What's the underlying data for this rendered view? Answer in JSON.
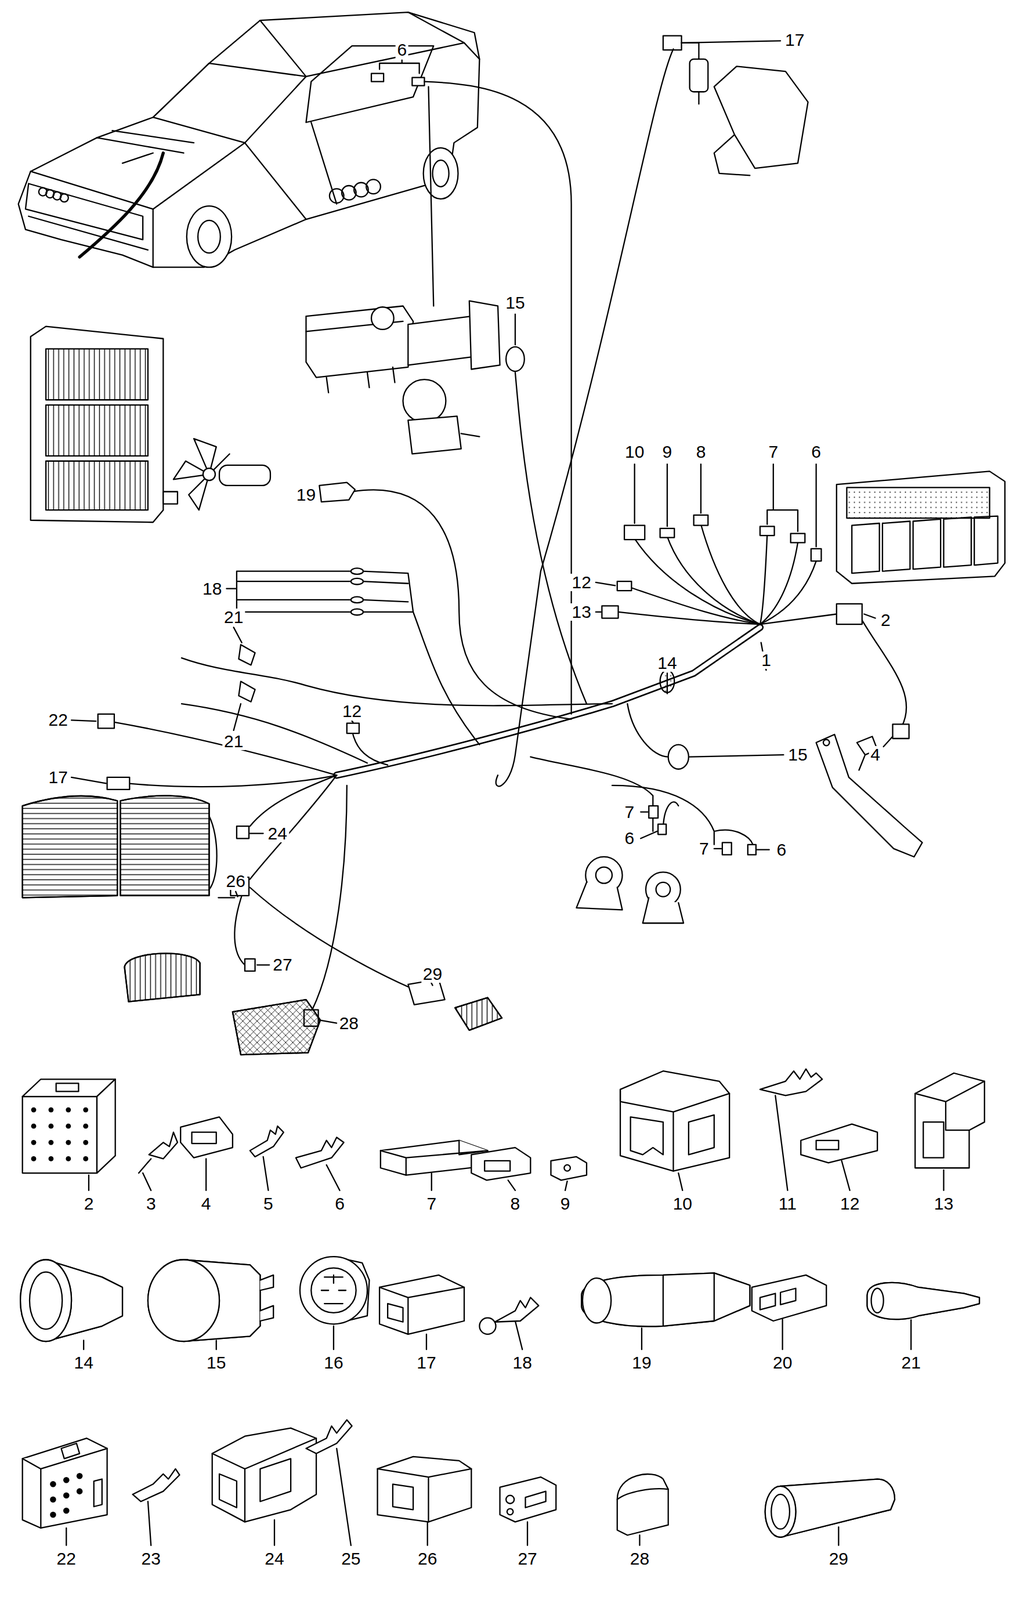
{
  "diagram": {
    "labels": [
      "6",
      "17",
      "15",
      "10",
      "9",
      "8",
      "7",
      "6",
      "19",
      "18",
      "21",
      "12",
      "13",
      "2",
      "21",
      "14",
      "1",
      "22",
      "12",
      "15",
      "4",
      "17",
      "7",
      "6",
      "7",
      "6",
      "24",
      "26",
      "27",
      "29",
      "28",
      "2",
      "3",
      "4",
      "5",
      "6",
      "7",
      "8",
      "9",
      "10",
      "11",
      "12",
      "13",
      "14",
      "15",
      "16",
      "17",
      "18",
      "19",
      "20",
      "21",
      "22",
      "23",
      "24",
      "25",
      "26",
      "27",
      "28",
      "29"
    ]
  }
}
